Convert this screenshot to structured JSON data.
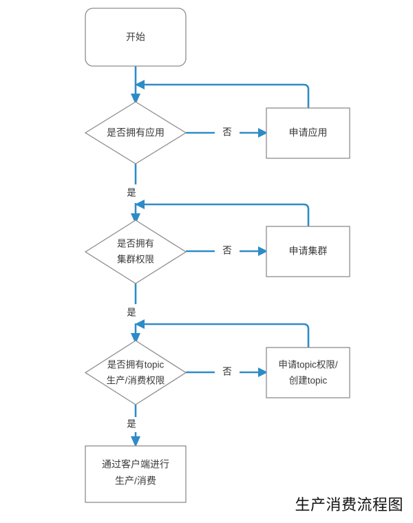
{
  "diagram": {
    "title": "生产消费流程图",
    "colors": {
      "connector": "#2e8bc8",
      "shape_border": "#8d8d8d",
      "shape_fill": "#ffffff",
      "text": "#3a3a3a",
      "caption": "#111111",
      "background": "#ffffff"
    },
    "nodes": {
      "start": {
        "label": "开始",
        "shape": "rounded-rect"
      },
      "decision_app": {
        "label": "是否拥有应用",
        "shape": "diamond"
      },
      "action_app": {
        "label": "申请应用",
        "shape": "rect"
      },
      "decision_cluster_line1": "是否拥有",
      "decision_cluster_line2": "集群权限",
      "action_cluster": {
        "label": "申请集群",
        "shape": "rect"
      },
      "decision_topic_line1": "是否拥有topic",
      "decision_topic_line2": "生产/消费权限",
      "action_topic_line1": "申请topic权限/",
      "action_topic_line2": "创建topic",
      "end_line1": "通过客户端进行",
      "end_line2": "生产/消费"
    },
    "edge_labels": {
      "no_app": "否",
      "no_cluster": "否",
      "no_topic": "否",
      "yes_app": "是",
      "yes_cluster": "是",
      "yes_topic": "是"
    }
  }
}
